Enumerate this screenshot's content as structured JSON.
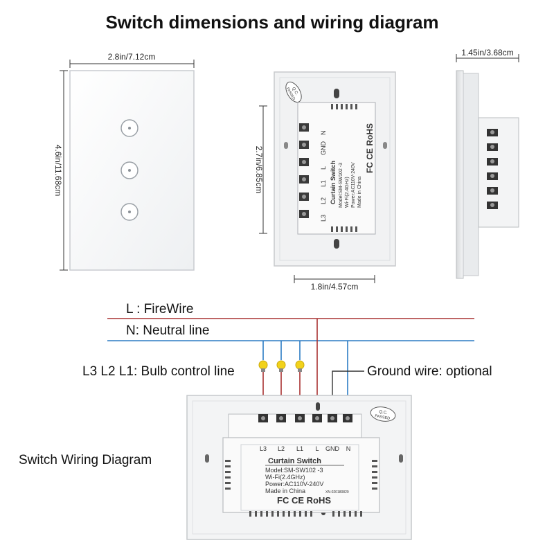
{
  "title": "Switch dimensions and wiring diagram",
  "dimensions": {
    "front_width": "2.8in/7.12cm",
    "front_height": "4.6in/11.68cm",
    "back_height": "2.7in/6.85cm",
    "back_width": "1.8in/4.57cm",
    "side_depth": "1.45in/3.68cm"
  },
  "qc_stamp": {
    "line1": "Q.C.",
    "line2": "PASSED"
  },
  "module": {
    "name": "Curtain Switch",
    "model": "Model:SM-SW102 -3",
    "wifi": "Wi-Fi(2.4GHz)",
    "power": "Power:AC110V-240V",
    "made": "Made in China",
    "cert": "FC CE RoHS",
    "date_code": "XN-020180829"
  },
  "terminals": [
    "L3",
    "L2",
    "L1",
    "L",
    "GND",
    "N"
  ],
  "wiring": {
    "fire_wire": "L : FireWire",
    "neutral": "N: Neutral line",
    "bulb_control": "L3 L2 L1: Bulb control line",
    "ground": "Ground wire: optional",
    "diagram_label": "Switch Wiring Diagram"
  },
  "colors": {
    "fire_wire": "#a83232",
    "neutral": "#2b7cc4",
    "bulb": "#f2d21b",
    "ground": "#333333"
  }
}
